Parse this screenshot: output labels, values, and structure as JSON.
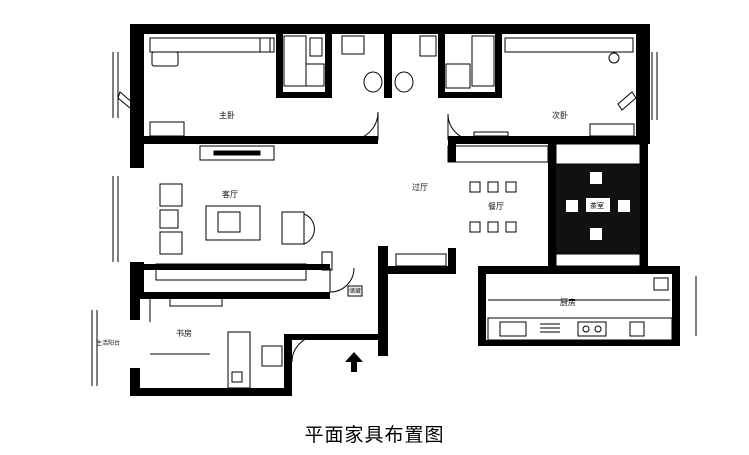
{
  "title": "平面家具布置图",
  "rooms": {
    "master_bedroom": "主卧",
    "bedroom": "次卧",
    "living_room": "客厅",
    "hall": "过厅",
    "dining": "餐厅",
    "tea_room": "茶室",
    "kitchen": "厨房",
    "study": "书房",
    "storage": "储藏",
    "balcony": "生活阳台"
  },
  "colors": {
    "wall": "#000000",
    "background": "#ffffff",
    "tea_room_floor": "#111111"
  },
  "icons": [
    "entrance-arrow-icon"
  ]
}
